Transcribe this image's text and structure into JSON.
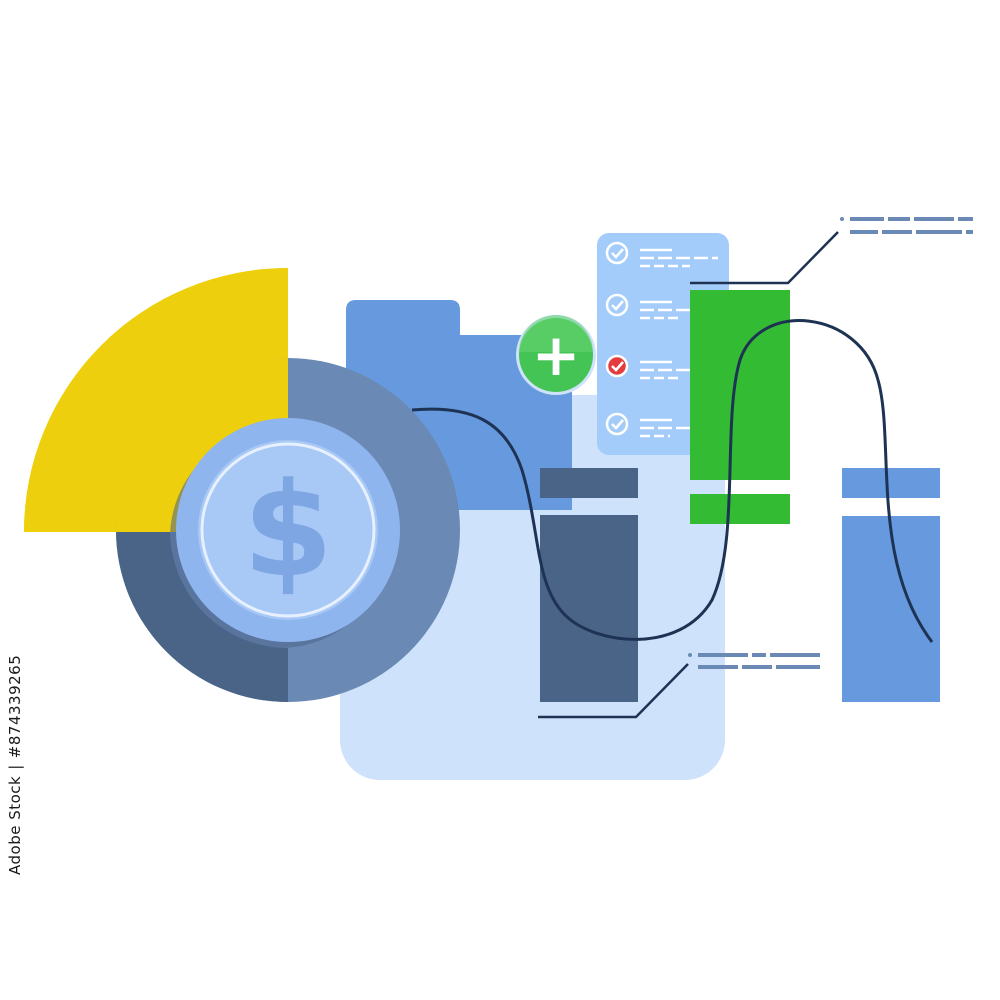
{
  "illustration": {
    "currency_symbol": "$",
    "plus_symbol": "+",
    "checklist": {
      "items": [
        {
          "state": "checked",
          "icon": "check-circle-icon"
        },
        {
          "state": "checked",
          "icon": "check-circle-icon"
        },
        {
          "state": "flagged",
          "icon": "red-check-circle-icon"
        },
        {
          "state": "checked",
          "icon": "check-circle-icon"
        }
      ]
    },
    "bars": [
      {
        "name": "dark-slate-bar",
        "color": "#4a6488"
      },
      {
        "name": "green-bar",
        "color": "#33bb33"
      },
      {
        "name": "blue-bar",
        "color": "#6699dd"
      }
    ]
  },
  "colors": {
    "yellow": "#eecf0d",
    "ring": "#6a8ab5",
    "ring_dark": "#4a6488",
    "coin": "#8fb5ef",
    "coin_inner": "#a8c8f5",
    "folder": "#6699dd",
    "panel": "#cfe2fb",
    "green": "#33bb33",
    "plus_bg": "#44c455",
    "line": "#1e3354",
    "list_bg": "#a4ccfa"
  },
  "stock": {
    "label": "Adobe Stock",
    "separator": "|",
    "id": "#874339265"
  }
}
